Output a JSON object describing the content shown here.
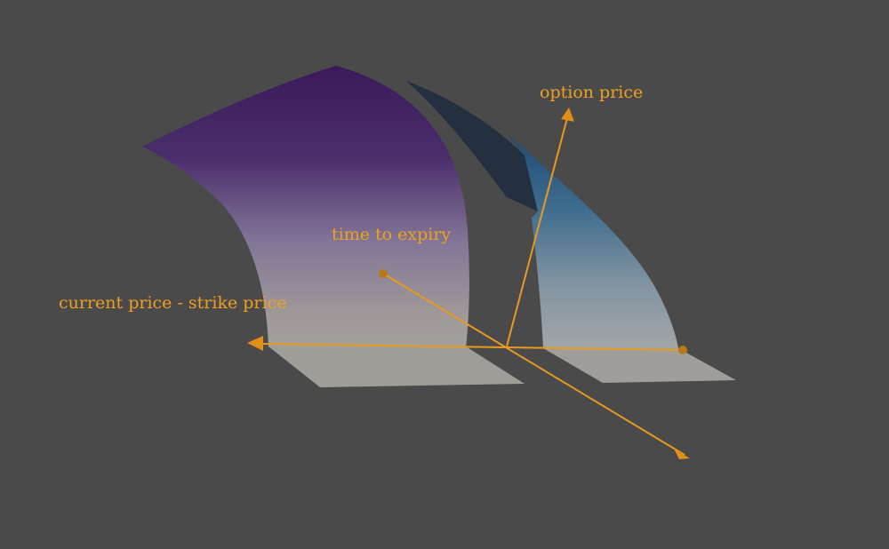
{
  "scene": {
    "background_color": "#4a4a4a",
    "axis_color": "#f0a020"
  },
  "axes": {
    "option_price_label": "option price",
    "time_to_expiry_label": "time to expiry",
    "current_minus_strike_label": "current price - strike price"
  },
  "surfaces": {
    "left_surface_top_color": "#3d1c5c",
    "left_surface_bottom_color": "#a09c96",
    "right_surface_top_color": "#1f4f80",
    "right_surface_bottom_color": "#a4a8a8",
    "floor_color": "#9d9b96"
  }
}
